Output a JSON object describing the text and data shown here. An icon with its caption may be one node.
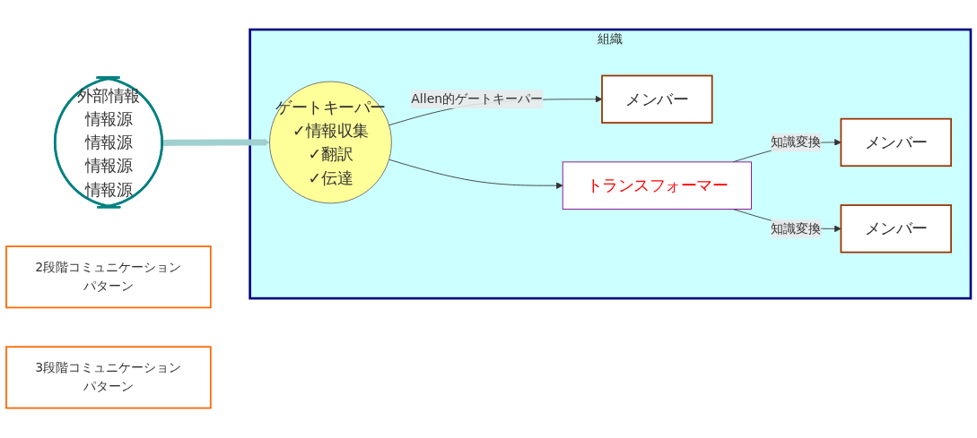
{
  "diagram": {
    "nodes": [
      {
        "text": [
          "外部情報",
          "情報源",
          "情報源",
          "情報源",
          "情報源"
        ]
      },
      {
        "text": [
          "組織"
        ]
      },
      {
        "text": [
          "ゲートキーパー",
          "✓情報収集",
          "✓翻訳",
          "✓伝達"
        ],
        "in": 1
      },
      {
        "text": [
          "メンバー"
        ],
        "in": 1
      },
      {
        "text": [
          "トランスフォーマー"
        ],
        "in": 1
      },
      {
        "text": [
          "メンバー"
        ],
        "in": 1
      },
      {
        "text": [
          "メンバー"
        ],
        "in": 1
      },
      {
        "text": [
          "2段階コミュニケーションパターン"
        ]
      },
      {
        "text": [
          "3段階コミュニケーションパターン"
        ]
      }
    ],
    "edges": [
      {
        "from": 0,
        "to": 2,
        "arrow": "to",
        "style": "thick",
        "color": "#9fcfcf"
      },
      {
        "from": 2,
        "to": 3,
        "label": "Allen的ゲートキーパー",
        "arrow": "to"
      },
      {
        "from": 2,
        "to": 4,
        "arrow": "to"
      },
      {
        "from": 4,
        "to": 5,
        "label": "知識変換",
        "arrow": "to"
      },
      {
        "from": 4,
        "to": 6,
        "label": "知識変換",
        "arrow": "to"
      }
    ]
  }
}
